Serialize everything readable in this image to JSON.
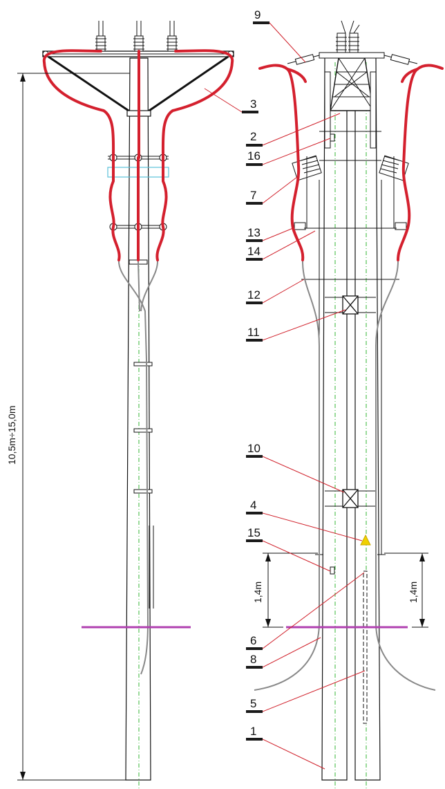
{
  "dimensions": {
    "height_range": "10,5m÷15,0m",
    "left_depth": "1,4m",
    "right_depth": "1,4m"
  },
  "labels": [
    "9",
    "3",
    "2",
    "16",
    "7",
    "13",
    "14",
    "12",
    "11",
    "10",
    "4",
    "15",
    "6",
    "8",
    "5",
    "1"
  ],
  "colors": {
    "cable": "#d4202e",
    "ground_line": "#b040b0",
    "axis": "#35b535",
    "leader": "#d0202a",
    "outline": "#111111",
    "highlight_box": "#5bc0d8",
    "warning_sign": "#f0d000"
  }
}
